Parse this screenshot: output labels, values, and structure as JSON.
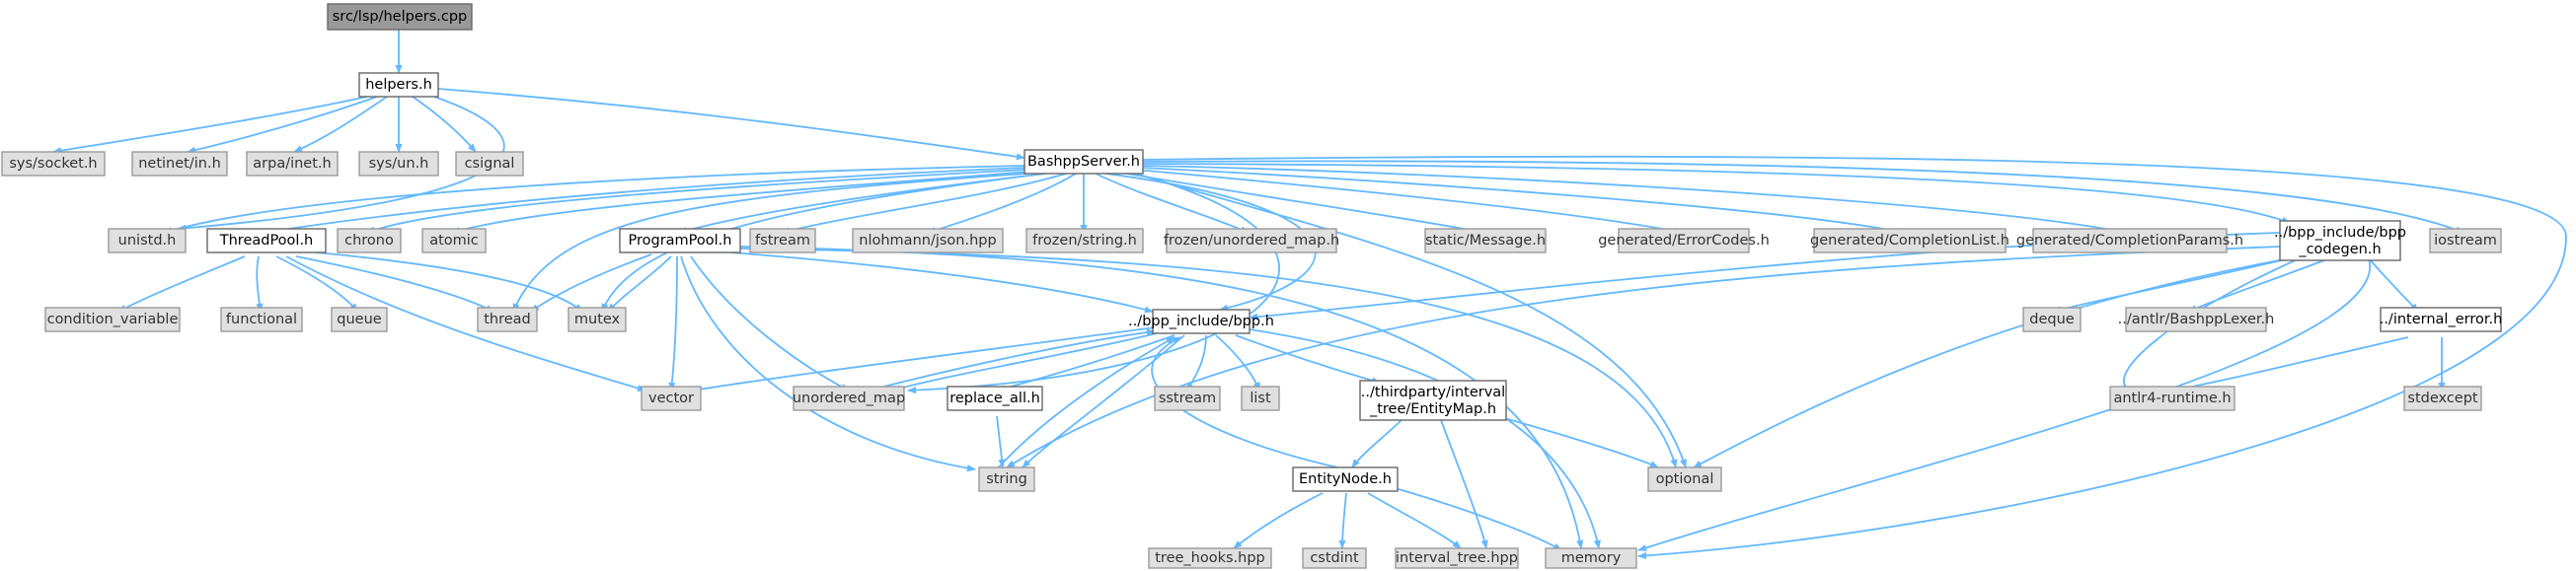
{
  "nodes": {
    "root": "src/lsp/helpers.cpp",
    "helpers_h": "helpers.h",
    "sys_socket": "sys/socket.h",
    "netinet_in": "netinet/in.h",
    "arpa_inet": "arpa/inet.h",
    "sys_un": "sys/un.h",
    "csignal": "csignal",
    "bashpp_server": "BashppServer.h",
    "unistd": "unistd.h",
    "threadpool": "ThreadPool.h",
    "chrono": "chrono",
    "atomic": "atomic",
    "programpool": "ProgramPool.h",
    "fstream": "fstream",
    "nlohmann_json": "nlohmann/json.hpp",
    "frozen_string": "frozen/string.h",
    "frozen_unordered_map": "frozen/unordered_map.h",
    "static_message": "static/Message.h",
    "generated_errorcodes": "generated/ErrorCodes.h",
    "generated_completionlist": "generated/CompletionList.h",
    "generated_completionparams": "generated/CompletionParams.h",
    "bpp_codegen_line1": "../bpp_include/bpp",
    "bpp_codegen_line2": "_codegen.h",
    "iostream": "iostream",
    "condition_variable": "condition_variable",
    "functional": "functional",
    "queue": "queue",
    "thread": "thread",
    "mutex": "mutex",
    "bpp_h": "../bpp_include/bpp.h",
    "deque": "deque",
    "antlr_lexer": "../antlr/BashppLexer.h",
    "internal_error": "../internal_error.h",
    "vector": "vector",
    "unordered_map": "unordered_map",
    "replace_all": "replace_all.h",
    "sstream": "sstream",
    "list": "list",
    "entitymap_line1": "../thirdparty/interval",
    "entitymap_line2": "_tree/EntityMap.h",
    "antlr4_runtime": "antlr4-runtime.h",
    "stdexcept": "stdexcept",
    "string": "string",
    "optional": "optional",
    "entitynode": "EntityNode.h",
    "tree_hooks": "tree_hooks.hpp",
    "cstdint": "cstdint",
    "interval_tree": "interval_tree.hpp",
    "memory": "memory"
  },
  "colors": {
    "edge": "#63b8ff",
    "internal_node_fill": "#ffffff",
    "external_node_fill": "#e0e0e0",
    "root_node_fill": "#999999"
  }
}
